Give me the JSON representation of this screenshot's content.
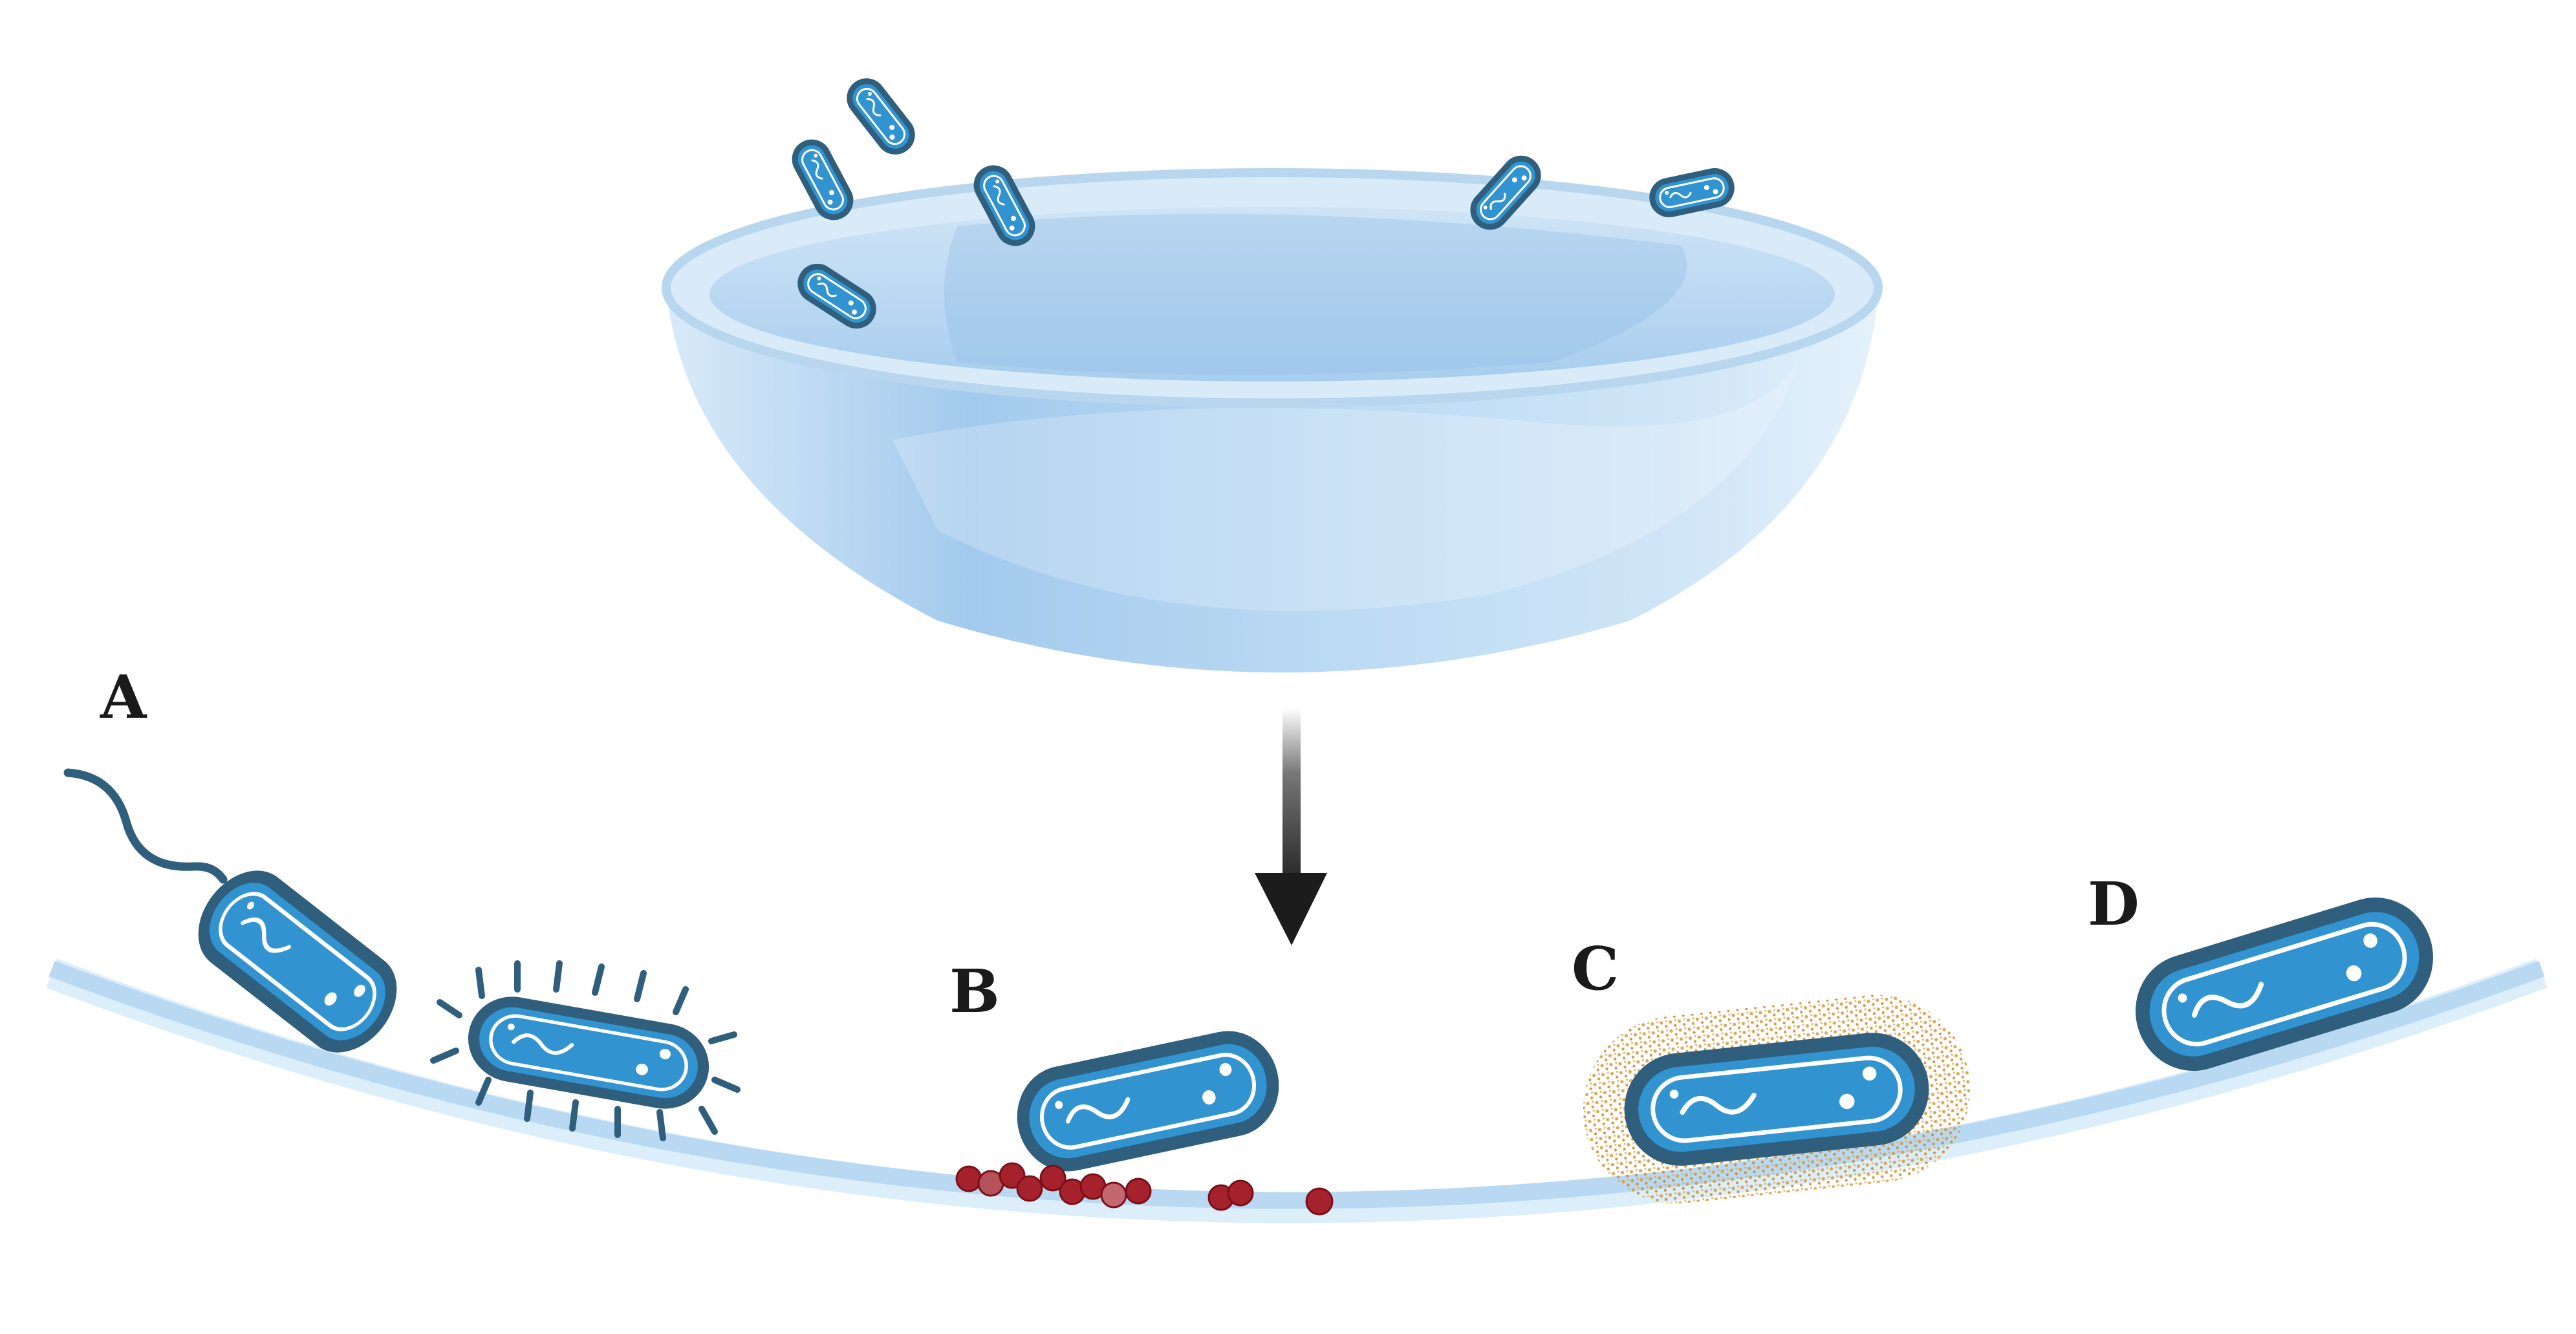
{
  "labels": {
    "a": "A",
    "b": "B",
    "c": "C",
    "d": "D"
  },
  "colors": {
    "bacterium_fill": "#3193cf",
    "bacterium_outline": "#2f5f7d",
    "inner_line": "#ffffff",
    "lens_light": "#dcecf9",
    "lens_mid": "#a9cdee",
    "lens_dark": "#7fb3e0",
    "surface": "#b9d9f2",
    "surface_light": "#dbeefa",
    "arrow": "#1c1c1c",
    "protein_particles": "#a5222d",
    "biofilm_halo": "#d69a3a"
  },
  "icons": [
    "contact-lens",
    "bacterium-icon",
    "down-arrow-icon",
    "flagellum",
    "pili",
    "protein-deposits",
    "biofilm-matrix",
    "ocular-surface"
  ]
}
